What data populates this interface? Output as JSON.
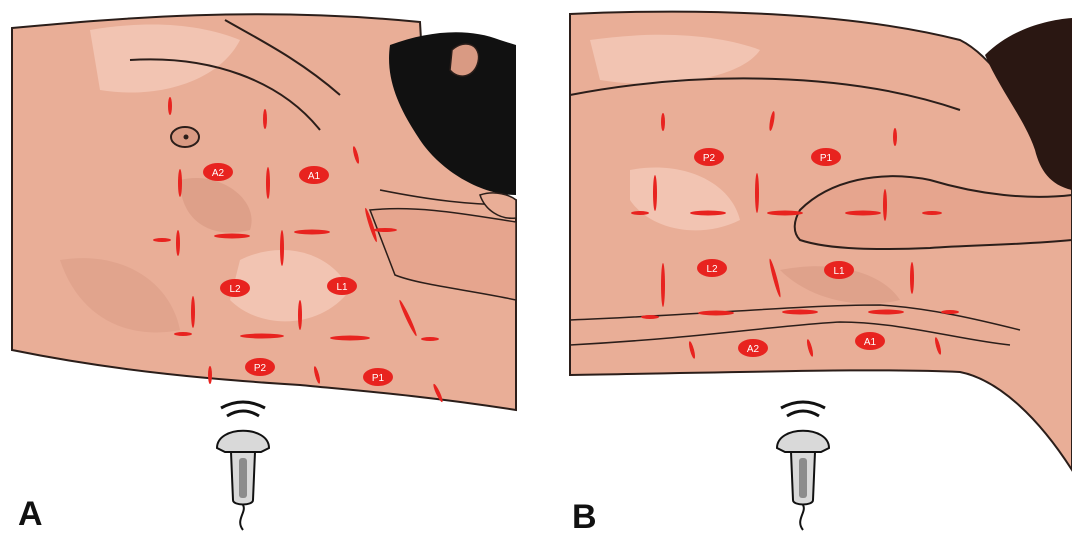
{
  "panels": [
    {
      "label": "A",
      "zones": [
        "A2",
        "A1",
        "L2",
        "L1",
        "P2",
        "P1"
      ]
    },
    {
      "label": "B",
      "zones": [
        "P2",
        "P1",
        "L2",
        "L1",
        "A2",
        "A1"
      ]
    }
  ],
  "colors": {
    "skin": "#e9ae97",
    "skin_light": "#f2c4b2",
    "skin_shadow": "#d99a83",
    "outline": "#2b1e1a",
    "beard": "#111111",
    "hair": "#2a1712",
    "marker": "#e8231f",
    "probe_body": "#d9d9d9",
    "probe_dark": "#8c8c8c"
  },
  "icons": [
    "ultrasound-probe-icon",
    "ultrasound-wave-icon"
  ]
}
